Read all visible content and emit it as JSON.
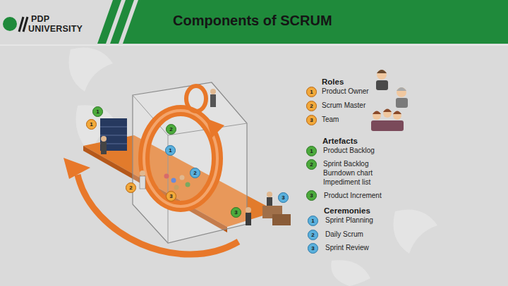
{
  "diagram": {
    "title": "Components of SCRUM",
    "labels": [
      "PDP",
      "UNIVERSITY",
      "Roles",
      "1",
      "Product Owner",
      "2",
      "Scrum Master",
      "3",
      "Team",
      "Artefacts",
      "1",
      "Product Backlog",
      "2",
      "Sprint Backlog",
      "Burndown chart",
      "Impediment list",
      "3",
      "Product Increment",
      "Ceremonies",
      "1",
      "Sprint Planning",
      "2",
      "Daily Scrum",
      "3",
      "Sprint Review",
      "1",
      "1",
      "2",
      "1",
      "2",
      "2",
      "3",
      "3",
      "3"
    ]
  }
}
